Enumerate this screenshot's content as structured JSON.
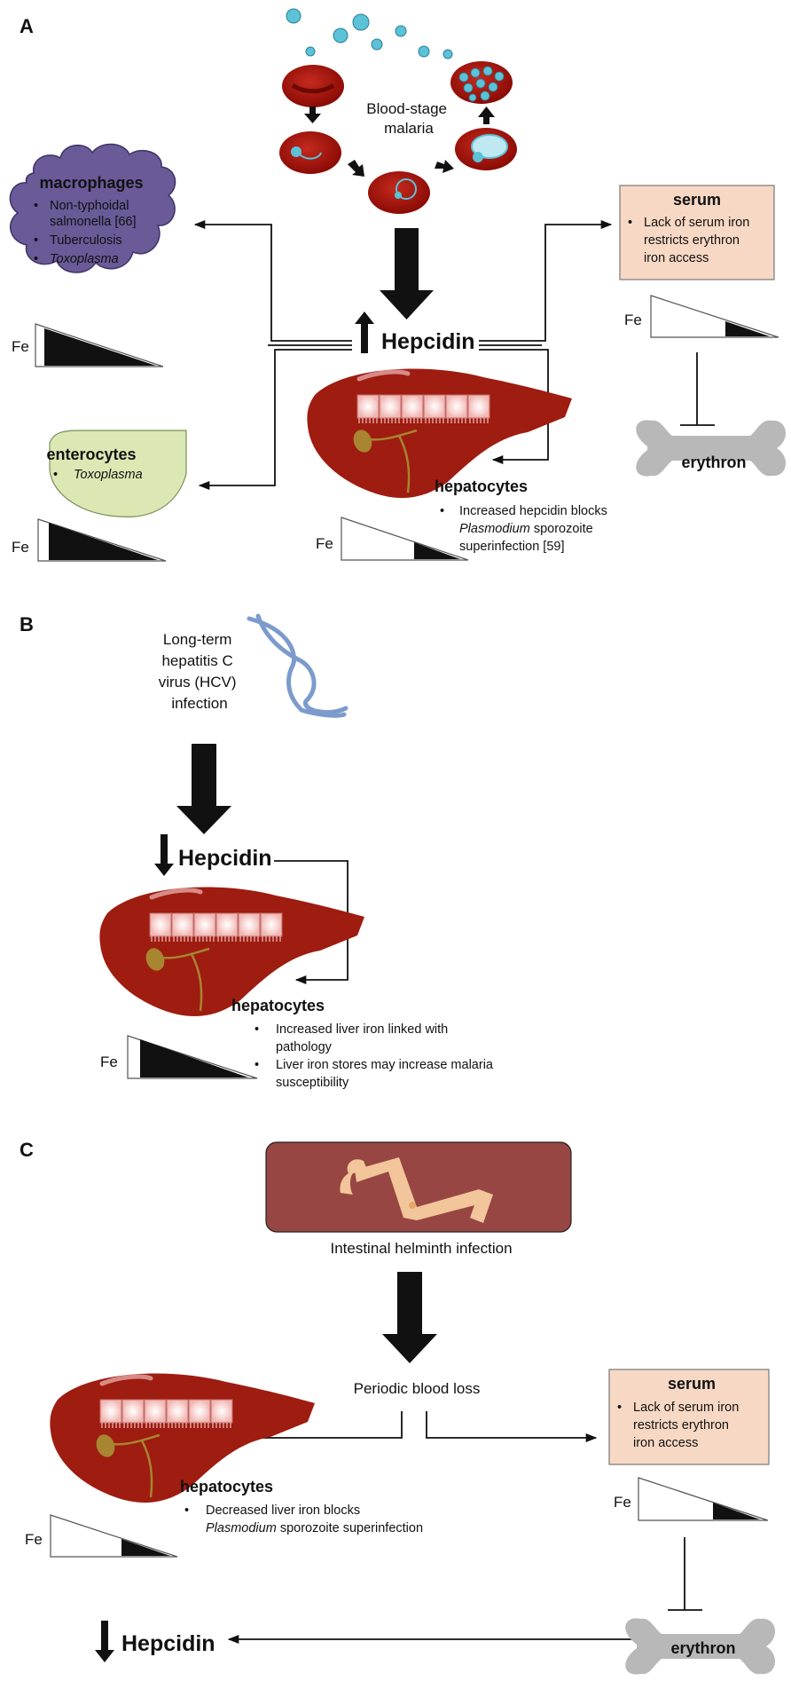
{
  "panels": {
    "a": {
      "letter": "A",
      "malaria_label": [
        "Blood-stage",
        "malaria"
      ],
      "hepcidin": "Hepcidin",
      "macrophages": {
        "title": "macrophages",
        "items": [
          "Non-typhoidal",
          "salmonella [66]",
          "Tuberculosis",
          "Toxoplasma"
        ]
      },
      "serum": {
        "title": "serum",
        "lines": [
          "Lack of serum iron",
          "restricts erythron",
          "iron access"
        ]
      },
      "enterocytes": {
        "title": "enterocytes",
        "item": "Toxoplasma"
      },
      "erythron": "erythron",
      "hepatocytes": {
        "title": "hepatocytes",
        "lines": [
          "Increased hepcidin blocks",
          "sporozoite",
          "superinfection [59]"
        ],
        "italic_word": "Plasmodium"
      },
      "fe": "Fe",
      "fe_levels": {
        "macrophages": "high",
        "serum": "low",
        "enterocytes": "high",
        "hepatocytes": "low"
      }
    },
    "b": {
      "letter": "B",
      "virus_label": [
        "Long-term",
        "hepatitis C",
        "virus (HCV)",
        "infection"
      ],
      "hepcidin": "Hepcidin",
      "hepatocytes": {
        "title": "hepatocytes",
        "items": [
          [
            "Increased liver iron linked with",
            "pathology"
          ],
          [
            "Liver iron stores may increase malaria",
            "susceptibility"
          ]
        ]
      },
      "fe": "Fe",
      "fe_level": "high"
    },
    "c": {
      "letter": "C",
      "helminth_label": "Intestinal helminth infection",
      "blood_loss": "Periodic blood loss",
      "serum": {
        "title": "serum",
        "lines": [
          "Lack of serum iron",
          "restricts erythron",
          "iron access"
        ]
      },
      "hepatocytes": {
        "title": "hepatocytes",
        "lines": [
          "Decreased liver iron blocks",
          "sporozoite superinfection"
        ],
        "italic_word": "Plasmodium"
      },
      "erythron": "erythron",
      "hepcidin": "Hepcidin",
      "fe": "Fe",
      "fe_levels": {
        "hepatocytes": "low",
        "serum": "low"
      }
    }
  },
  "colors": {
    "rbc": "#a3120a",
    "parasite": "#5bc2d8",
    "liver": "#9e1c10",
    "hepatocyte_cell": "#f4c4c2",
    "macrophage_fill": "#6a5a98",
    "serum_fill": "#f7d8c4",
    "enterocyte_fill": "#dbe8b4",
    "bone": "#b8b8b8",
    "helminth_box": "#974643",
    "helminth_worm": "#f3c59a",
    "dna": "#7c9bcc"
  }
}
